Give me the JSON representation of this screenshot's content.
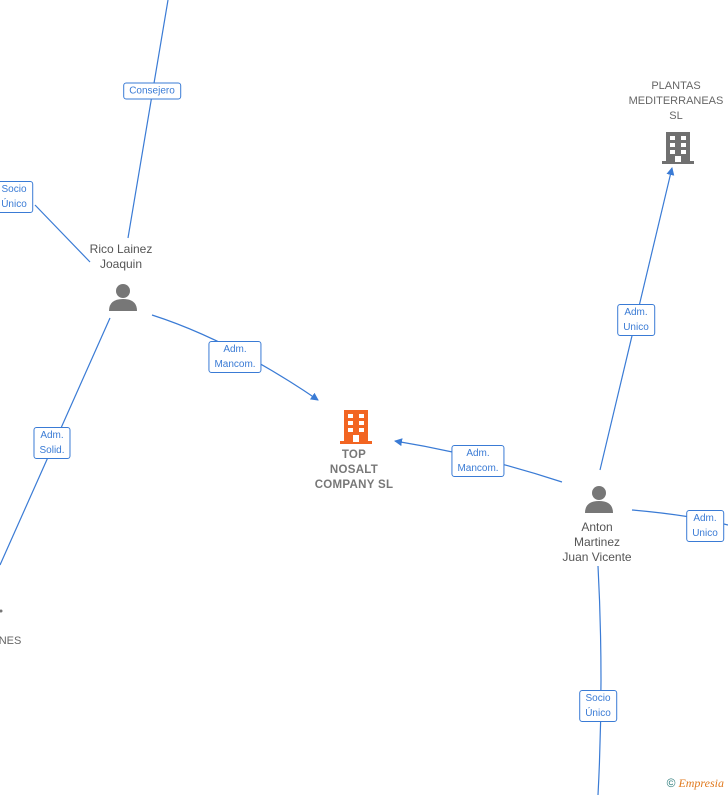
{
  "nodes": {
    "main_company": {
      "name": "TOP\nNOSALT\nCOMPANY  SL",
      "color": "#f26522"
    },
    "plantas": {
      "name": "PLANTAS\nMEDITERRANEAS\nSL",
      "color": "#777777"
    },
    "rico": {
      "name": "Rico Lainez\nJoaquin"
    },
    "anton": {
      "name": "Anton\nMartinez\nJuan Vicente"
    },
    "partial_left": {
      "name": "NES"
    }
  },
  "relations": {
    "consejero": "Consejero",
    "socio_unico_left": "Socio\nÚnico",
    "adm_mancom_rico": "Adm.\nMancom.",
    "adm_solid": "Adm.\nSolid.",
    "adm_unico_plantas": "Adm.\nUnico",
    "adm_mancom_anton": "Adm.\nMancom.",
    "adm_unico_right": "Adm.\nUnico",
    "socio_unico_bottom": "Socio\nÚnico"
  },
  "footer": {
    "copyright": "©",
    "brand": "Empresia"
  }
}
